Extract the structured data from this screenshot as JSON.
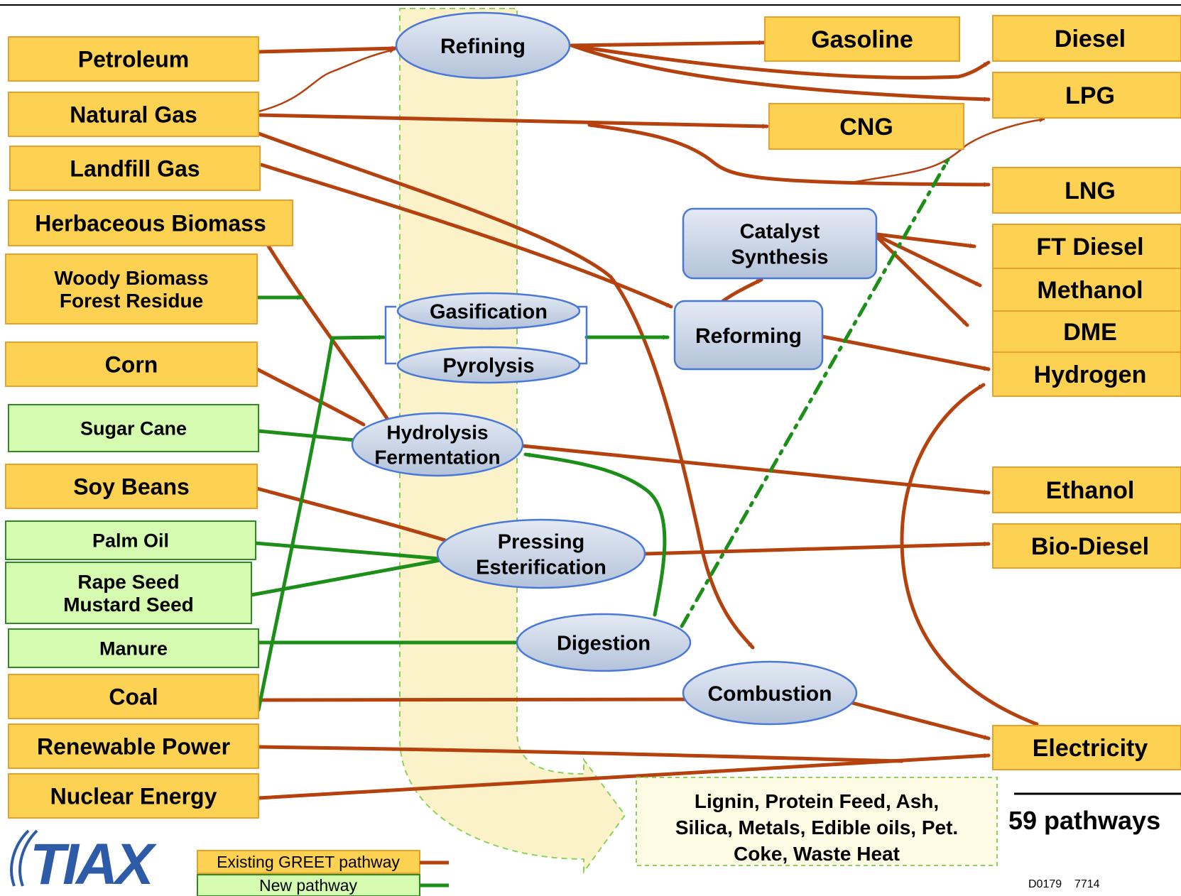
{
  "feedstocks": [
    {
      "key": "petroleum",
      "lines": [
        "Petroleum"
      ],
      "type": "existing"
    },
    {
      "key": "natural-gas",
      "lines": [
        "Natural Gas"
      ],
      "type": "existing"
    },
    {
      "key": "landfill-gas",
      "lines": [
        "Landfill Gas"
      ],
      "type": "existing"
    },
    {
      "key": "herbaceous-biomass",
      "lines": [
        "Herbaceous Biomass"
      ],
      "type": "existing"
    },
    {
      "key": "woody-biomass",
      "lines": [
        "Woody Biomass",
        "Forest Residue"
      ],
      "type": "existing"
    },
    {
      "key": "corn",
      "lines": [
        "Corn"
      ],
      "type": "existing"
    },
    {
      "key": "sugar-cane",
      "lines": [
        "Sugar Cane"
      ],
      "type": "new"
    },
    {
      "key": "soy-beans",
      "lines": [
        "Soy Beans"
      ],
      "type": "existing"
    },
    {
      "key": "palm-oil",
      "lines": [
        "Palm Oil"
      ],
      "type": "new"
    },
    {
      "key": "rape-seed",
      "lines": [
        "Rape Seed",
        "Mustard Seed"
      ],
      "type": "new"
    },
    {
      "key": "manure",
      "lines": [
        "Manure"
      ],
      "type": "new"
    },
    {
      "key": "coal",
      "lines": [
        "Coal"
      ],
      "type": "existing"
    },
    {
      "key": "renewable-power",
      "lines": [
        "Renewable Power"
      ],
      "type": "existing"
    },
    {
      "key": "nuclear-energy",
      "lines": [
        "Nuclear Energy"
      ],
      "type": "existing"
    }
  ],
  "processes": [
    {
      "key": "refining",
      "lines": [
        "Refining"
      ]
    },
    {
      "key": "gasification",
      "lines": [
        "Gasification"
      ]
    },
    {
      "key": "pyrolysis",
      "lines": [
        "Pyrolysis"
      ]
    },
    {
      "key": "catalyst-synthesis",
      "lines": [
        "Catalyst",
        "Synthesis"
      ]
    },
    {
      "key": "reforming",
      "lines": [
        "Reforming"
      ]
    },
    {
      "key": "hydrolysis-fermentation",
      "lines": [
        "Hydrolysis",
        "Fermentation"
      ]
    },
    {
      "key": "pressing-esterification",
      "lines": [
        "Pressing",
        "Esterification"
      ]
    },
    {
      "key": "digestion",
      "lines": [
        "Digestion"
      ]
    },
    {
      "key": "combustion",
      "lines": [
        "Combustion"
      ]
    }
  ],
  "products": [
    {
      "key": "gasoline",
      "label": "Gasoline"
    },
    {
      "key": "diesel",
      "label": "Diesel"
    },
    {
      "key": "lpg",
      "label": "LPG"
    },
    {
      "key": "cng",
      "label": "CNG"
    },
    {
      "key": "lng",
      "label": "LNG"
    },
    {
      "key": "ft-diesel",
      "label": "FT Diesel"
    },
    {
      "key": "methanol",
      "label": "Methanol"
    },
    {
      "key": "dme",
      "label": "DME"
    },
    {
      "key": "hydrogen",
      "label": "Hydrogen"
    },
    {
      "key": "ethanol",
      "label": "Ethanol"
    },
    {
      "key": "bio-diesel",
      "label": "Bio-Diesel"
    },
    {
      "key": "electricity",
      "label": "Electricity"
    }
  ],
  "byproducts": {
    "lines": [
      "Lignin, Protein Feed, Ash,",
      "Silica, Metals, Edible oils, Pet.",
      "Coke, Waste Heat"
    ]
  },
  "pathways_label": "59 pathways",
  "legend": {
    "existing": "Existing GREET pathway",
    "new": "New pathway"
  },
  "logo_text": "TIAX",
  "doc_code": "D0179    7714",
  "colors": {
    "existing_fill": "#fdd151",
    "existing_stroke": "#e8a02a",
    "new_fill": "#d4fbb0",
    "new_stroke": "#2e8b22",
    "existing_line": "#b5420e",
    "new_line": "#1b8f18",
    "process_fill": "#c9d5e8",
    "process_stroke": "#4a78d8"
  }
}
